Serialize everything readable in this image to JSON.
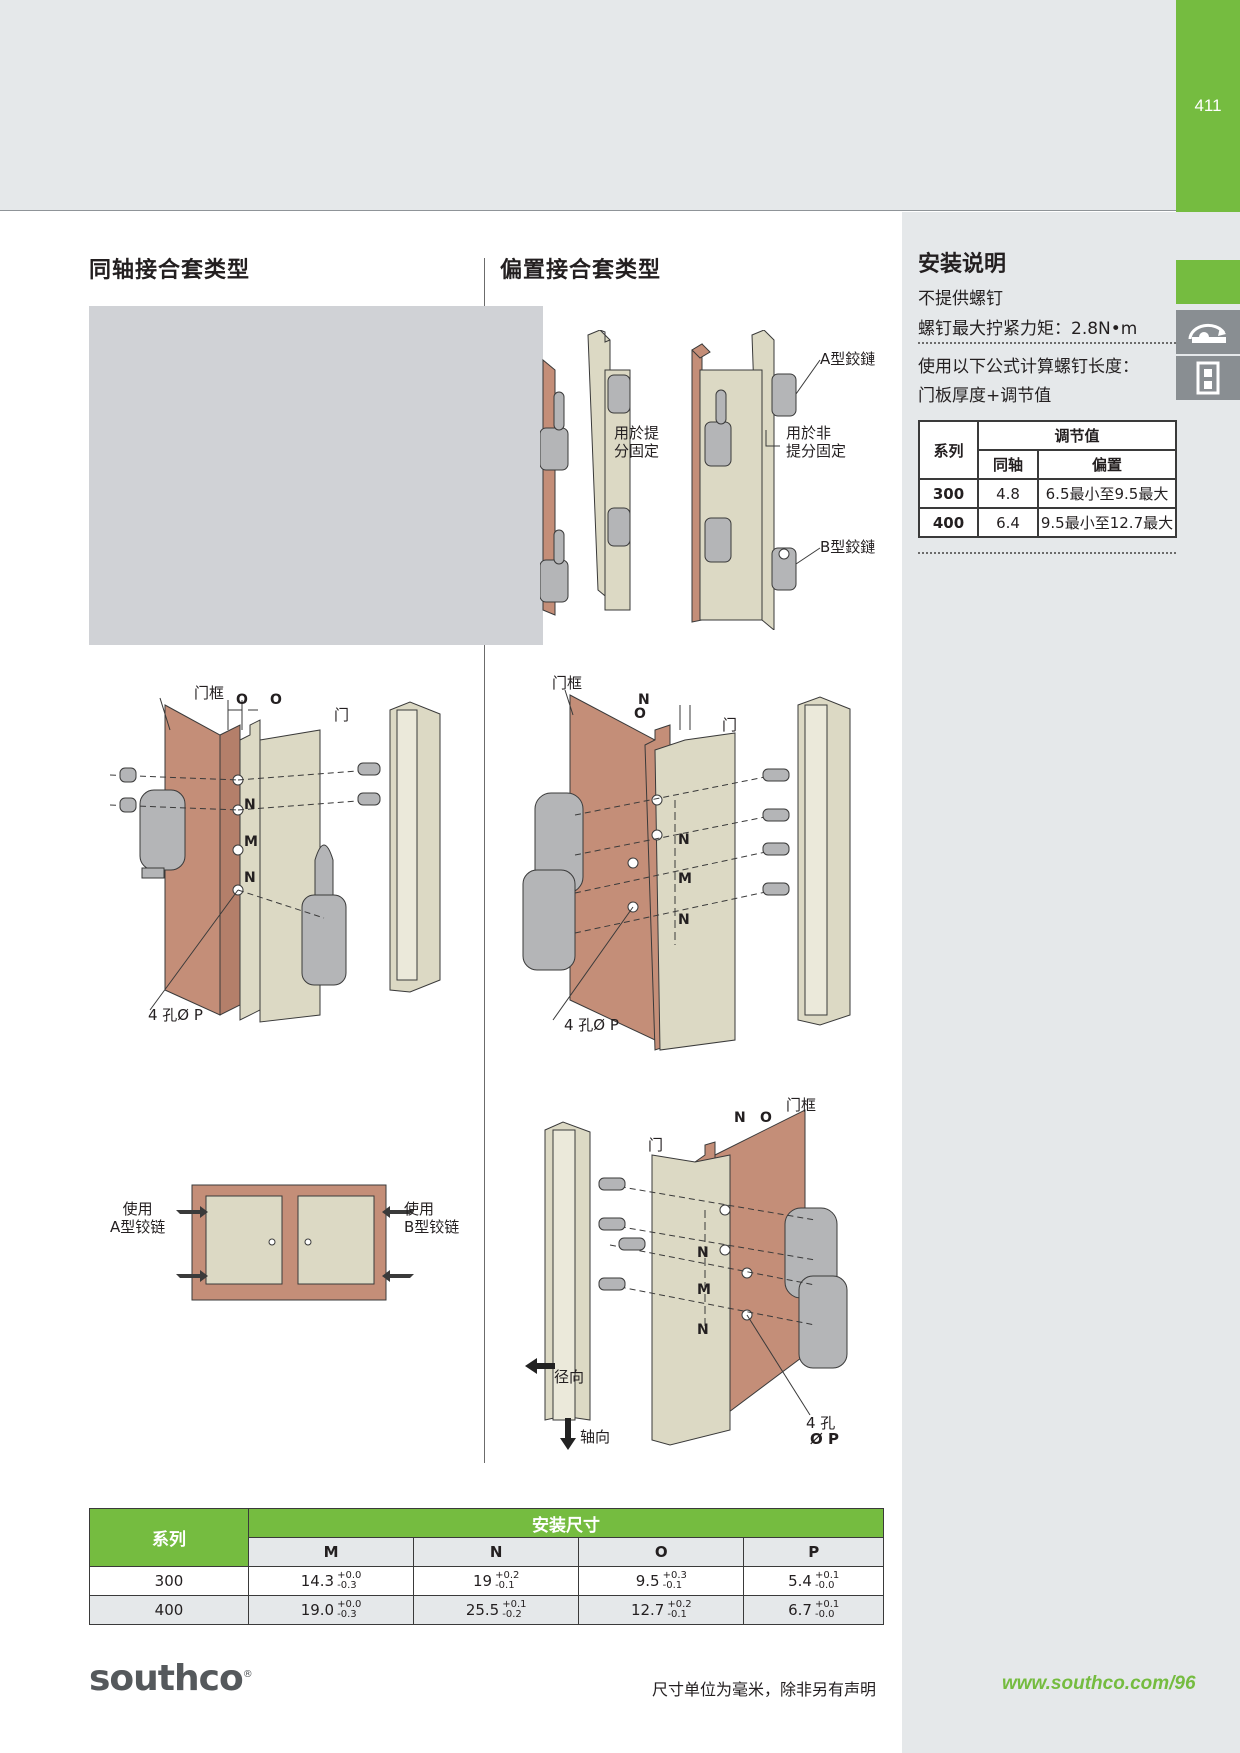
{
  "header": {
    "page_number": "411"
  },
  "left_section": {
    "title": "同轴接合套类型"
  },
  "right_section": {
    "title": "偏置接合套类型"
  },
  "offset_photo_labels": {
    "lift_off": "用於提\n分固定",
    "non_lift_off": "用於非\n提分固定",
    "type_a": "A型鉸鏈",
    "type_b": "B型鉸鏈"
  },
  "coaxial_diagram": {
    "frame": "门框",
    "door": "门",
    "o": "O",
    "n": "N",
    "m": "M",
    "holes": "4 孔Ø P"
  },
  "offset_diagram": {
    "frame": "门框",
    "door": "门",
    "n": "N",
    "o": "O",
    "m": "M",
    "holes": "4 孔Ø P"
  },
  "offset_diagram_2": {
    "frame": "门框",
    "door": "门",
    "n": "N",
    "o": "O",
    "m": "M",
    "radial": "径向",
    "axial": "轴向",
    "holes_1": "4 孔",
    "holes_2": "Ø P"
  },
  "cabinet_diagram": {
    "left_label": "使用\nA型铰链",
    "right_label": "使用\nB型铰链"
  },
  "install": {
    "title": "安装说明",
    "line1": "不提供螺钉",
    "line2": "螺钉最大拧紧力矩：2.8N•m",
    "line3": "使用以下公式计算螺钉长度：",
    "line4": "门板厚度+调节值"
  },
  "adjust_table": {
    "h_series": "系列",
    "h_adjust": "调节值",
    "h_coax": "同轴",
    "h_offset": "偏置",
    "rows": [
      {
        "series": "300",
        "coax": "4.8",
        "offset": "6.5最小至9.5最大"
      },
      {
        "series": "400",
        "coax": "6.4",
        "offset": "9.5最小至12.7最大"
      }
    ]
  },
  "dims_table": {
    "h_series": "系列",
    "h_install": "安装尺寸",
    "cols": [
      "M",
      "N",
      "O",
      "P"
    ],
    "rows": [
      {
        "series": "300",
        "cells": [
          {
            "v": "14.3",
            "p": "+0.0",
            "m": "-0.3"
          },
          {
            "v": "19",
            "p": "+0.2",
            "m": "-0.1"
          },
          {
            "v": "9.5",
            "p": "+0.3",
            "m": "-0.1"
          },
          {
            "v": "5.4",
            "p": "+0.1",
            "m": "-0.0"
          }
        ]
      },
      {
        "series": "400",
        "cells": [
          {
            "v": "19.0",
            "p": "+0.0",
            "m": "-0.3"
          },
          {
            "v": "25.5",
            "p": "+0.1",
            "m": "-0.2"
          },
          {
            "v": "12.7",
            "p": "+0.2",
            "m": "-0.1"
          },
          {
            "v": "6.7",
            "p": "+0.1",
            "m": "-0.0"
          }
        ]
      }
    ]
  },
  "footer": {
    "logo": "southco",
    "logo_mark": "®",
    "note": "尺寸单位为毫米，除非另有声明",
    "url": "www.southco.com/96"
  },
  "colors": {
    "accent": "#75bc40",
    "panel": "#e5e8ea",
    "frame": "#c48e78",
    "door": "#dcd9c4",
    "hinge": "#b4b5b7"
  },
  "icons": [
    "rotate-hinge-icon",
    "door-hinge-icon"
  ]
}
